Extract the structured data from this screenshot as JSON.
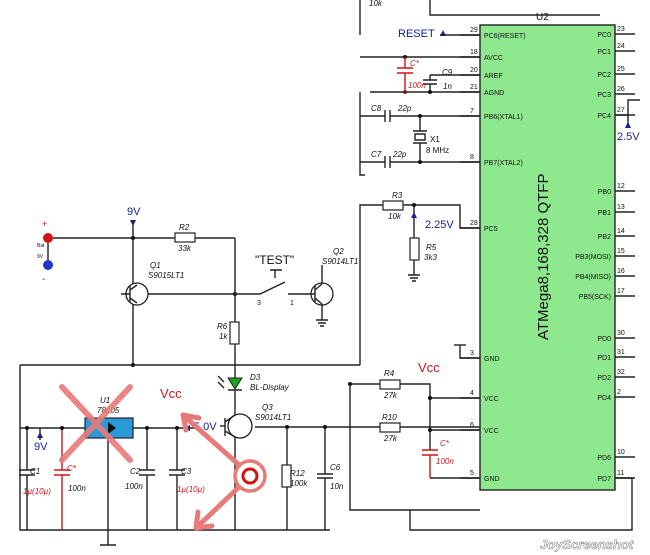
{
  "chip": {
    "ref": "U2",
    "name": "ATMega8,168,328 QTFP",
    "color": "#8ee88e",
    "left_pins": [
      {
        "num": "29",
        "name": "PC6(RESET)"
      },
      {
        "num": "18",
        "name": "AVCC"
      },
      {
        "num": "20",
        "name": "AREF"
      },
      {
        "num": "21",
        "name": "AGND"
      },
      {
        "num": "7",
        "name": "PB6(XTAL1)"
      },
      {
        "num": "8",
        "name": "PB7(XTAL2)"
      },
      {
        "num": "28",
        "name": "PC5"
      },
      {
        "num": "3",
        "name": "GND"
      },
      {
        "num": "4",
        "name": "VCC"
      },
      {
        "num": "6",
        "name": "VCC"
      },
      {
        "num": "5",
        "name": "GND"
      }
    ],
    "right_pins": [
      {
        "num": "23",
        "name": "PC0"
      },
      {
        "num": "24",
        "name": "PC1"
      },
      {
        "num": "25",
        "name": "PC2"
      },
      {
        "num": "26",
        "name": "PC3"
      },
      {
        "num": "27",
        "name": "PC4"
      },
      {
        "num": "12",
        "name": "PB0"
      },
      {
        "num": "13",
        "name": "PB1"
      },
      {
        "num": "14",
        "name": "PB2"
      },
      {
        "num": "15",
        "name": "PB3(MOSI)"
      },
      {
        "num": "16",
        "name": "PB4(MISO)"
      },
      {
        "num": "17",
        "name": "PB5(SCK)"
      },
      {
        "num": "30",
        "name": "PD0"
      },
      {
        "num": "31",
        "name": "PD1"
      },
      {
        "num": "32",
        "name": "PD2"
      },
      {
        "num": "2",
        "name": "PD4"
      },
      {
        "num": "10",
        "name": "PD6"
      },
      {
        "num": "11",
        "name": "PD7"
      }
    ]
  },
  "labels": {
    "reset": "RESET",
    "top_res_value": "10k",
    "c_star": "C*",
    "c_star_value": "100n",
    "c9_ref": "C9",
    "c9_value": "1n",
    "c8_ref": "C8",
    "c8_value": "22p",
    "c7_ref": "C7",
    "c7_value": "22p",
    "x1_ref": "X1",
    "x1_value": "8 MHz",
    "v25": "2.5V",
    "v9_top": "9V",
    "r2_ref": "R2",
    "r2_value": "33k",
    "bat_plus": "+",
    "bat_minus": "-",
    "bat_label": "Bat",
    "bat_voltage": "9V",
    "q1_ref": "Q1",
    "q1_value": "S9015LT1",
    "q2_ref": "Q2",
    "q2_value": "S9014LT1",
    "test": "\"TEST\"",
    "sw_pin3": "3",
    "sw_pin1": "1",
    "r3_ref": "R3",
    "r3_value": "10k",
    "v225": "2.25V",
    "r5_ref": "R5",
    "r5_value": "3k3",
    "r6_ref": "R6",
    "r6_value": "1k",
    "d3_ref": "D3",
    "d3_value": "BL-Display",
    "u1_ref": "U1",
    "u1_value": "78L05",
    "vcc_left": "Vcc",
    "vcc_right": "Vcc",
    "v50": "5.0V",
    "v9_left": "9V",
    "r4_ref": "R4",
    "r4_value": "27k",
    "r10_ref": "R10",
    "r10_value": "27k",
    "q3_ref": "Q3",
    "q3_value": "S9014LT1",
    "r12_ref": "R12",
    "r12_value": "100k",
    "c6_ref": "C6",
    "c6_value": "10n",
    "c1_ref": "C1",
    "c1_value": "1µ(10µ)",
    "c2_ref": "C2",
    "c2_value": "100n",
    "c3_ref": "C3",
    "c3_value": "1µ(10µ)",
    "cstar2_value": "100n",
    "cstar3_value": "100n"
  },
  "colors": {
    "wire": "#222222",
    "red": "#d01515",
    "blue_label": "#16229a",
    "chip_fill": "#8ee88e",
    "regulator_fill": "#2a9ad8",
    "led_fill": "#1fa01f",
    "annotation": "#e87a7a"
  },
  "watermark": "JoyScreenshot"
}
